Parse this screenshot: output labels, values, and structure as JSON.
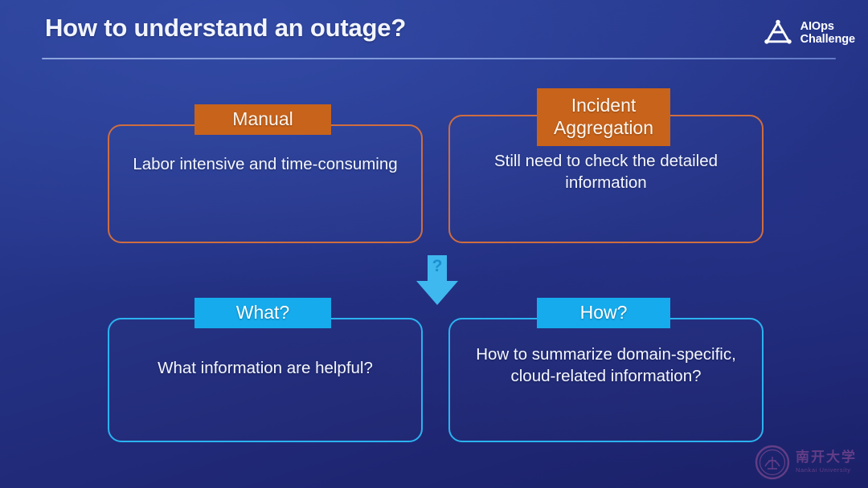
{
  "header": {
    "title": "How to understand an outage?",
    "logo": {
      "line1": "AIOps",
      "line2": "Challenge",
      "icon": "aiops-triangle-node-icon"
    }
  },
  "arrow": {
    "label": "?",
    "icon": "down-arrow-icon",
    "color": "#3fb8ef"
  },
  "cards": [
    {
      "id": "manual",
      "tab_label": "Manual",
      "body": "Labor intensive and time-consuming",
      "accent": "#cf6d40",
      "tab_color": "#c8631b",
      "style": "orange"
    },
    {
      "id": "incident-aggregation",
      "tab_label": "Incident Aggregation",
      "body": "Still need to check the detailed information",
      "accent": "#cf6d40",
      "tab_color": "#c8631b",
      "style": "orange"
    },
    {
      "id": "what",
      "tab_label": "What?",
      "body": "What information are helpful?",
      "accent": "#2bb3f0",
      "tab_color": "#16abec",
      "style": "cyan"
    },
    {
      "id": "how",
      "tab_label": "How?",
      "body": "How to summarize domain-specific, cloud-related information?",
      "accent": "#2bb3f0",
      "tab_color": "#16abec",
      "style": "cyan"
    }
  ],
  "footer": {
    "university_cn": "南开大学",
    "university_en": "Nankai University",
    "seal_icon": "nankai-seal-icon"
  },
  "theme": {
    "background_top": "#2a3f92",
    "background_bottom": "#1b2068",
    "text": "#f4f7ff"
  }
}
